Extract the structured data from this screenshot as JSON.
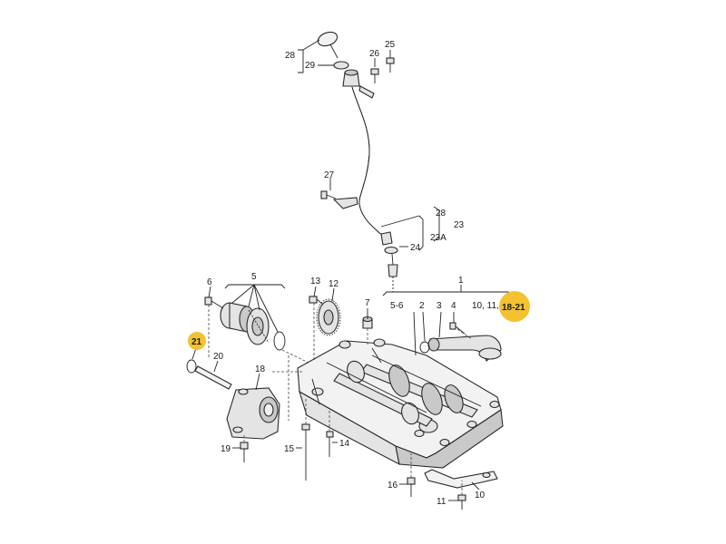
{
  "labels": {
    "p1": "1",
    "p2": "2",
    "p3": "3",
    "p4": "4",
    "p5": "5",
    "p5_6": "5-6",
    "p6": "6",
    "p7": "7",
    "p10": "10",
    "p10_11": "10, 11,",
    "p18_21": "18-21",
    "p11": "11",
    "p12": "12",
    "p13": "13",
    "p14": "14",
    "p15": "15",
    "p16": "16",
    "p18": "18",
    "p19": "19",
    "p20": "20",
    "p21": "21",
    "p23": "23",
    "p23A": "23A",
    "p24": "24",
    "p25": "25",
    "p26": "26",
    "p27": "27",
    "p28a": "28",
    "p28b": "28",
    "p29": "29"
  },
  "colors": {
    "highlight": "#f2c230",
    "line": "#222222",
    "part_fill": "#e4e4e4"
  }
}
